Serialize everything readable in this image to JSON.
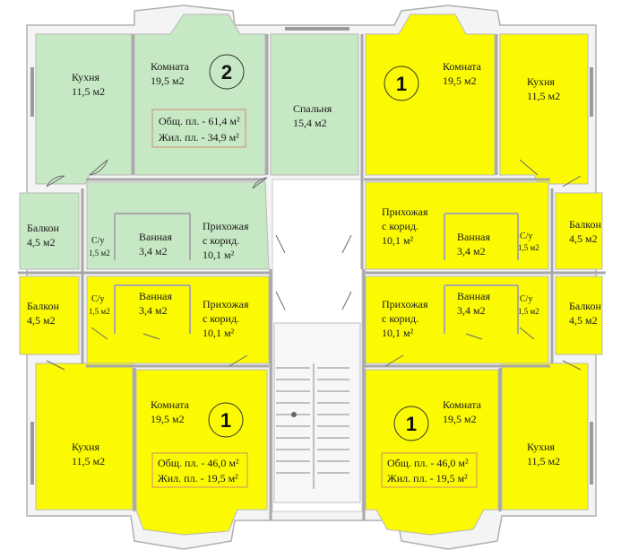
{
  "colors": {
    "green": "#c6e8c4",
    "yellow": "#fbfa03",
    "wall": "#e8e8e8",
    "wall_stroke": "#9a9a9a",
    "frame_stroke": "#d08a6a"
  },
  "apartments": [
    {
      "number": "2",
      "total_area": "Общ. пл. - 61,4 м²",
      "living_area": "Жил. пл. - 34,9 м²"
    },
    {
      "number": "1"
    },
    {
      "number": "1",
      "total_area": "Общ. пл. - 46,0 м²",
      "living_area": "Жил. пл. - 19,5 м²"
    },
    {
      "number": "1",
      "total_area": "Общ. пл. - 46,0 м²",
      "living_area": "Жил. пл. - 19,5 м²"
    }
  ],
  "rooms": [
    {
      "name": "Кухня",
      "area": "11,5 м2"
    },
    {
      "name": "Комната",
      "area": "19,5 м2"
    },
    {
      "name": "Спальня",
      "area": "15,4 м2"
    },
    {
      "name": "Комната",
      "area": "19,5 м2"
    },
    {
      "name": "Кухня",
      "area": "11,5 м2"
    },
    {
      "name": "Балкон",
      "area": "4,5 м2"
    },
    {
      "name": "С/у",
      "area": "1,5 м2"
    },
    {
      "name": "Ванная",
      "area": "3,4 м2"
    },
    {
      "name": "Прихожая",
      "name2": "с корид.",
      "area": "10,1 м²"
    },
    {
      "name": "Прихожая",
      "name2": "с корид.",
      "area": "10,1 м²"
    },
    {
      "name": "Ванная",
      "area": "3,4 м2"
    },
    {
      "name": "С/у",
      "area": "1,5 м2"
    },
    {
      "name": "Балкон",
      "area": "4,5 м2"
    },
    {
      "name": "Балкон",
      "area": "4,5 м2"
    },
    {
      "name": "С/у",
      "area": "1,5 м2"
    },
    {
      "name": "Ванная",
      "area": "3,4 м2"
    },
    {
      "name": "Прихожая",
      "name2": "с корид.",
      "area": "10,1 м²"
    },
    {
      "name": "Прихожая",
      "name2": "с корид.",
      "area": "10,1 м²"
    },
    {
      "name": "Ванная",
      "area": "3,4 м2"
    },
    {
      "name": "С/у",
      "area": "1,5 м2"
    },
    {
      "name": "Балкон",
      "area": "4,5 м2"
    },
    {
      "name": "Кухня",
      "area": "11,5 м2"
    },
    {
      "name": "Комната",
      "area": "19,5 м2"
    },
    {
      "name": "Комната",
      "area": "19,5 м2"
    },
    {
      "name": "Кухня",
      "area": "11,5 м2"
    }
  ]
}
